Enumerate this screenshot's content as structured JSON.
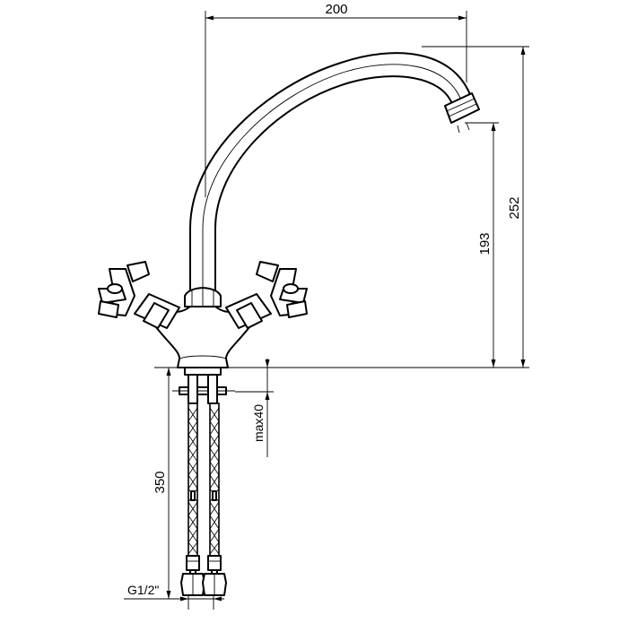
{
  "dimensions": {
    "spout_reach": "200",
    "total_height": "252",
    "spout_height": "193",
    "hose_length": "350",
    "max_thickness": "max40",
    "thread": "G1/2\""
  }
}
